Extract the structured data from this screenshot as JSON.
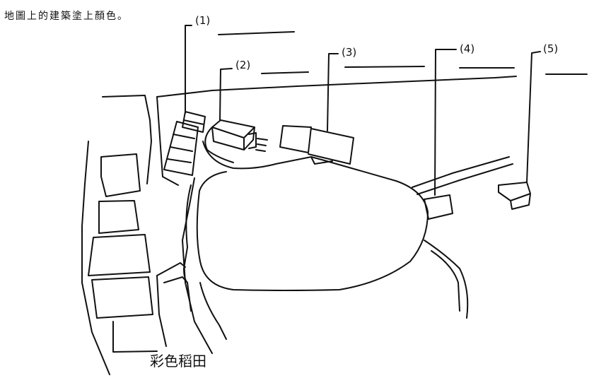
{
  "instruction": "地圖上的建築塗上顏色。",
  "labels": {
    "b1": "(1)",
    "b2": "(2)",
    "b3": "(3)",
    "b4": "(4)",
    "b5": "(5)"
  },
  "field_label": "彩色稻田"
}
